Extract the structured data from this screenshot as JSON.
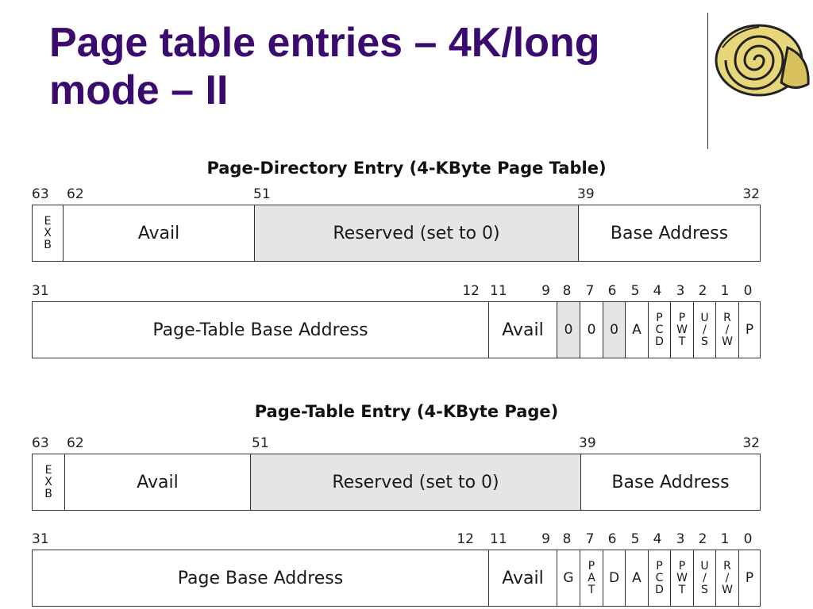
{
  "slide": {
    "title": "Page table entries – 4K/long mode – II"
  },
  "pde": {
    "title": "Page-Directory Entry (4-KByte Page Table)",
    "upper": {
      "bits": [
        "63",
        "62",
        "51",
        "39",
        "32"
      ],
      "exb": [
        "E",
        "X",
        "B"
      ],
      "avail": "Avail",
      "reserved": "Reserved (set to 0)",
      "base": "Base Address"
    },
    "lower": {
      "bits": [
        "31",
        "12",
        "11",
        "9",
        "8",
        "7",
        "6",
        "5",
        "4",
        "3",
        "2",
        "1",
        "0"
      ],
      "base": "Page-Table Base Address",
      "avail": "Avail",
      "b8": "0",
      "b7": "0",
      "b6": "0",
      "b5": "A",
      "pcd": [
        "P",
        "C",
        "D"
      ],
      "pwt": [
        "P",
        "W",
        "T"
      ],
      "us": [
        "U",
        "/",
        "S"
      ],
      "rw": [
        "R",
        "/",
        "W"
      ],
      "p": "P"
    }
  },
  "pte": {
    "title": "Page-Table Entry (4-KByte Page)",
    "upper": {
      "bits": [
        "63",
        "62",
        "51",
        "39",
        "32"
      ],
      "exb": [
        "E",
        "X",
        "B"
      ],
      "avail": "Avail",
      "reserved": "Reserved (set to 0)",
      "base": "Base Address"
    },
    "lower": {
      "bits": [
        "31",
        "12",
        "11",
        "9",
        "8",
        "7",
        "6",
        "5",
        "4",
        "3",
        "2",
        "1",
        "0"
      ],
      "base": "Page Base Address",
      "avail": "Avail",
      "g": "G",
      "pat": [
        "P",
        "A",
        "T"
      ],
      "d": "D",
      "a": "A",
      "pcd": [
        "P",
        "C",
        "D"
      ],
      "pwt": [
        "P",
        "W",
        "T"
      ],
      "us": [
        "U",
        "/",
        "S"
      ],
      "rw": [
        "R",
        "/",
        "W"
      ],
      "p": "P"
    }
  }
}
